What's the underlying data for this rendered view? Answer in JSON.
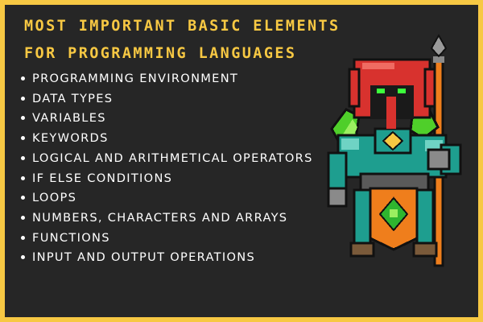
{
  "title_lines": [
    "MOST IMPORTANT BASIC ELEMENTS",
    "FOR PROGRAMMING LANGUAGES"
  ],
  "items": [
    {
      "label": "PROGRAMMING ENVIRONMENT"
    },
    {
      "label": "DATA TYPES"
    },
    {
      "label": "VARIABLES"
    },
    {
      "label": "KEYWORDS"
    },
    {
      "label": "LOGICAL AND ARITHMETICAL OPERATORS"
    },
    {
      "label": "IF ELSE CONDITIONS"
    },
    {
      "label": "LOOPS"
    },
    {
      "label": "NUMBERS, CHARACTERS AND ARRAYS"
    },
    {
      "label": "FUNCTIONS"
    },
    {
      "label": "INPUT AND OUTPUT OPERATIONS"
    }
  ],
  "illustration": {
    "name": "pixel-knight-icon",
    "colors": {
      "helmet": "#d8322e",
      "armor": "#1e9e8f",
      "armor_light": "#6fd3c4",
      "leaf": "#4fcf2a",
      "shield": "#ef7e1c",
      "gem": "#2fb52f",
      "metal": "#8a8a8a",
      "staff": "#ef7e1c",
      "eyes": "#3cff3c"
    }
  }
}
